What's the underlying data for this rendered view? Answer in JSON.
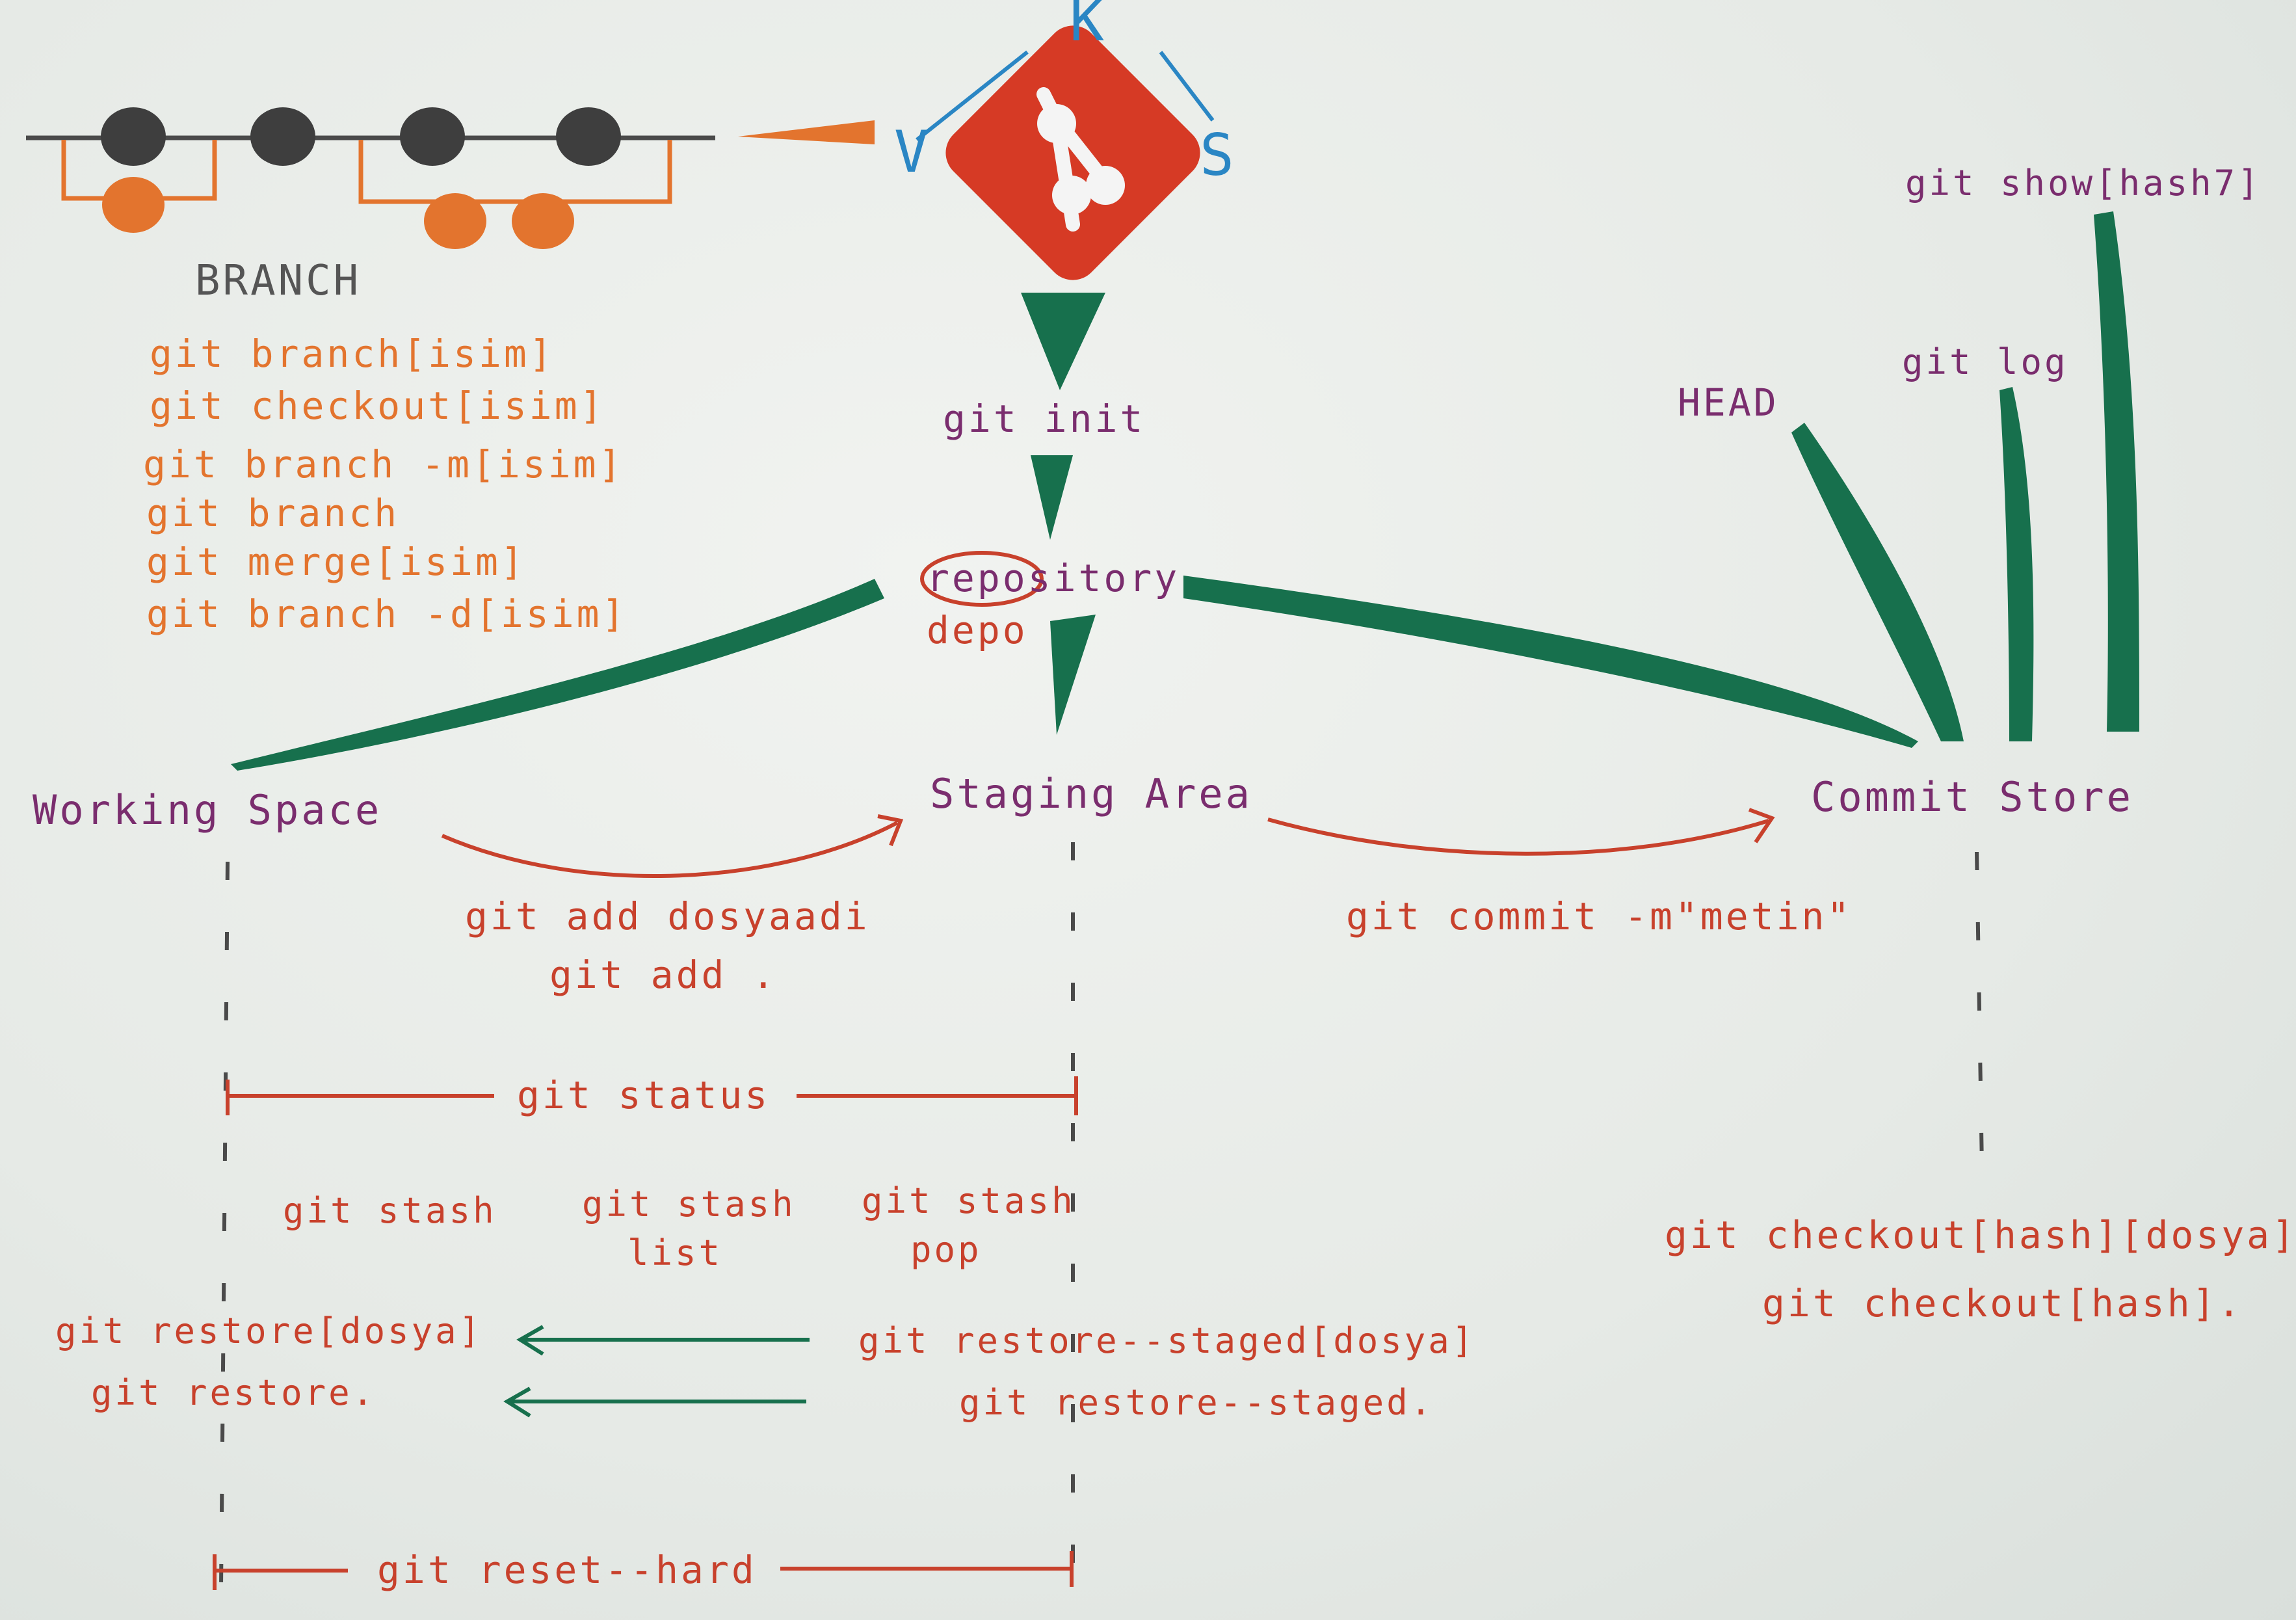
{
  "vcs_letters": {
    "v": "V",
    "k": "K",
    "s": "S"
  },
  "branch": {
    "title": "BRANCH",
    "commands": [
      "git branch[isim]",
      "git checkout[isim]",
      "git branch -m[isim]",
      "git branch",
      "git merge[isim]",
      "git branch -d[isim]"
    ]
  },
  "init": {
    "command": "git init"
  },
  "repository": {
    "label": "repository",
    "translation": "depo"
  },
  "areas": {
    "working": "Working Space",
    "staging": "Staging Area",
    "commit": "Commit Store"
  },
  "add": {
    "line1": "git add dosyaadi",
    "line2": "git add ."
  },
  "commit_cmd": "git commit -m\"metin\"",
  "status": "git status",
  "stash": {
    "stash": "git stash",
    "list_line1": "git stash",
    "list_line2": "list",
    "pop_line1": "git stash",
    "pop_line2": "pop"
  },
  "restore": {
    "left1": "git restore[dosya]",
    "left2": "git restore.",
    "right1": "git restore--staged[dosya]",
    "right2": "git restore--staged."
  },
  "reset": "git reset--hard",
  "commit_side": {
    "head": "HEAD",
    "log": "git log",
    "show": "git show[hash7]",
    "checkout1": "git checkout[hash][dosya]",
    "checkout2": "git checkout[hash]."
  },
  "colors": {
    "red": "#c8412c",
    "orange": "#e3742e",
    "green": "#17704d",
    "purple": "#7a2d6e",
    "blue": "#2a86c4",
    "gray": "#4a4a4a"
  }
}
